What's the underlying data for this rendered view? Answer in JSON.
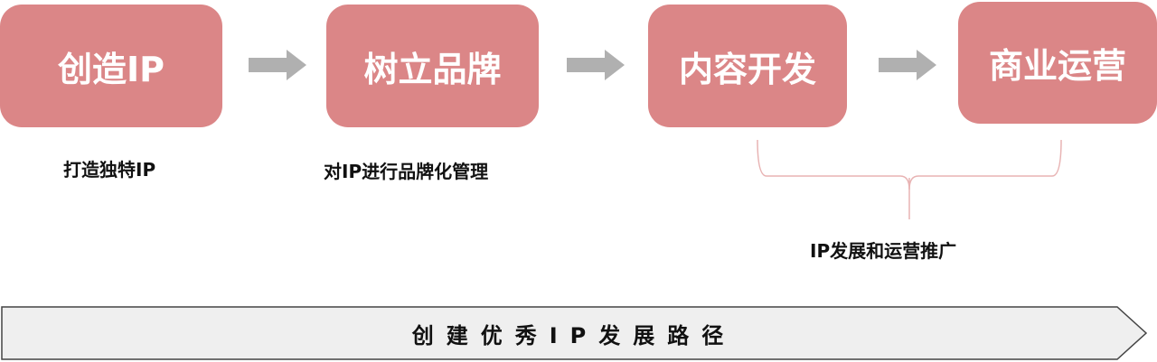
{
  "steps": [
    {
      "label": "创造IP",
      "caption": "打造独特IP"
    },
    {
      "label": "树立品牌",
      "caption": "对IP进行品牌化管理"
    },
    {
      "label": "内容开发"
    },
    {
      "label": "商业运营"
    }
  ],
  "group_caption": "IP发展和运营推广",
  "banner": {
    "label": "创建优秀IP发展路径"
  },
  "colors": {
    "box_fill": "#db8687",
    "box_text": "#ffffff",
    "arrow": "#b0b0b0",
    "brace": "#e8b3b3",
    "banner_fill": "#efefef",
    "banner_stroke": "#444444"
  }
}
